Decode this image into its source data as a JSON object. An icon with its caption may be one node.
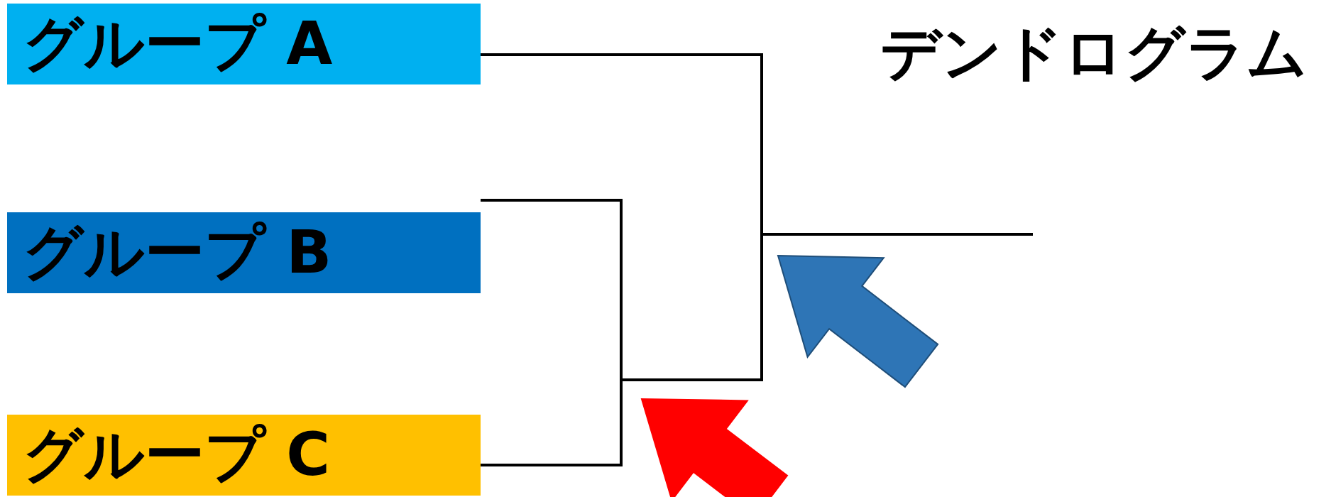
{
  "diagram": {
    "title": "デンドログラム",
    "nodes": [
      {
        "text": [
          "グループ A"
        ]
      },
      {
        "text": [
          "グループ B"
        ]
      },
      {
        "text": [
          "グループ C"
        ]
      },
      {
        "text": [],
        "shape": "bar"
      },
      {
        "text": [],
        "shape": "bar"
      }
    ],
    "edges": [
      {
        "from": 0,
        "to": 4,
        "arrow": "none"
      },
      {
        "from": 1,
        "to": 3,
        "arrow": "none"
      },
      {
        "from": 2,
        "to": 3,
        "arrow": "none"
      },
      {
        "from": 3,
        "to": 4,
        "arrow": "none"
      },
      {
        "from": 4,
        "to": null,
        "arrow": "none"
      },
      {
        "from": null,
        "to": 4,
        "arrow": "to",
        "style": "thick",
        "color": "#2e75b6"
      },
      {
        "from": null,
        "to": 3,
        "arrow": "to",
        "style": "thick",
        "color": "#ff0000"
      }
    ]
  }
}
